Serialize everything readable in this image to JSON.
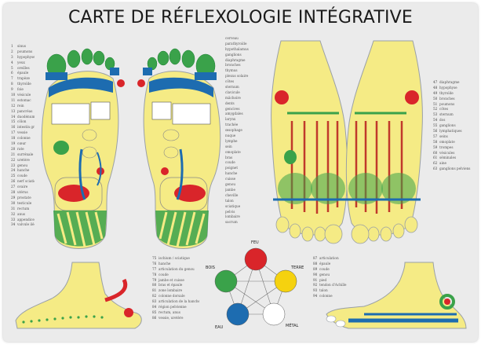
{
  "title": "CARTE DE RÉFLEXOLOGIE INTÉGRATIVE",
  "elements": {
    "fire": "FEU",
    "earth": "TERRE",
    "metal": "MÉTAL",
    "water": "EAU",
    "wood": "BOIS"
  },
  "colors": {
    "foot": "#f5eb85",
    "green": "#3aa24a",
    "blue": "#1d6cb0",
    "red": "#d9252a",
    "outline": "#9aa0a6",
    "background": "#ebebeb"
  },
  "legend_left_numbers": [
    "1",
    "2",
    "3",
    "4",
    "5",
    "6",
    "7",
    "8",
    "9",
    "10",
    "11",
    "12",
    "13",
    "14",
    "15",
    "16",
    "17",
    "18",
    "19",
    "20",
    "21",
    "22",
    "23",
    "24",
    "25",
    "26",
    "27",
    "28",
    "29",
    "30",
    "31",
    "32",
    "33",
    "34"
  ],
  "legend_left_lines": [
    "sinus",
    "poumons",
    "hypophyse",
    "yeux",
    "oreilles",
    "épaule",
    "trapèze",
    "thyroïde",
    "foie",
    "vésicule",
    "estomac",
    "rein",
    "pancréas",
    "duodénum",
    "côlon",
    "intestin grêle",
    "vessie",
    "colonne",
    "cœur",
    "rate",
    "surrénale",
    "uretère",
    "genou",
    "hanche",
    "coude",
    "nerf sciatique",
    "ovaire",
    "utérus",
    "prostate",
    "testicule",
    "rectum",
    "anus",
    "appendice",
    "valvule iléo"
  ],
  "legend_mid_lines": [
    "cerveau",
    "parathyroïde",
    "hypothalamus",
    "ganglions",
    "diaphragme",
    "bronches",
    "thymus",
    "plexus solaire",
    "côtes",
    "sternum",
    "clavicule",
    "mâchoire",
    "dents",
    "gencives",
    "amygdales",
    "larynx",
    "trachée",
    "œsophage",
    "nuque",
    "lymphe",
    "sein",
    "omoplate",
    "bras",
    "coude",
    "poignet",
    "hanche",
    "cuisse",
    "genou",
    "jambe",
    "cheville",
    "talon",
    "sciatique",
    "pelvis",
    "lombaire",
    "sacrum"
  ],
  "legend_right_numbers": [
    "47",
    "48",
    "49",
    "50",
    "51",
    "52",
    "53",
    "54",
    "55",
    "56",
    "57",
    "58",
    "59",
    "60",
    "61",
    "62",
    "63"
  ],
  "legend_right_lines": [
    "diaphragme",
    "hypophyse",
    "thyroïde",
    "bronches",
    "poumons",
    "côtes",
    "sternum",
    "dos",
    "ganglions",
    "lymphatiques",
    "seins",
    "omoplate",
    "trompes",
    "vésicules",
    "séminales",
    "aine",
    "ganglions pelviens"
  ],
  "legend_bottom_numbers": [
    "75",
    "76",
    "77",
    "78",
    "79",
    "80",
    "81",
    "82",
    "83",
    "84",
    "85",
    "86"
  ],
  "legend_bottom_lines": [
    "ischium / sciatique",
    "hanche",
    "articulation du genou",
    "coude",
    "jambe et cuisse",
    "bras et épaule",
    "zone lombaire",
    "colonne dorsale",
    "articulation de la hanche",
    "région pelvienne",
    "rectum, anus",
    "vessie, uretère"
  ],
  "legend_bottom_right_numbers": [
    "87",
    "88",
    "89",
    "90",
    "91",
    "92",
    "93",
    "94"
  ],
  "legend_bottom_right_lines": [
    "articulation",
    "épaule",
    "coude",
    "genou",
    "pied",
    "tendon d'Achille",
    "talon",
    "colonne"
  ]
}
